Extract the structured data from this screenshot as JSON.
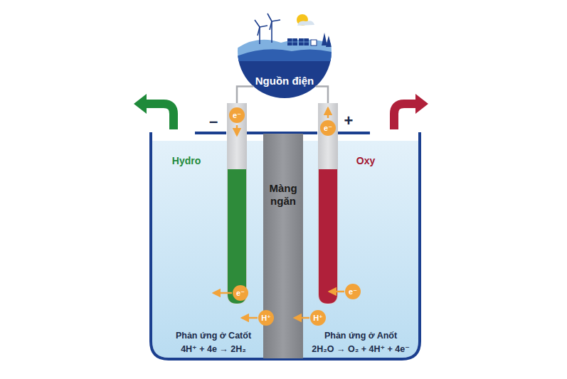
{
  "diagram": {
    "nodes": [
      {
        "text": [
          "Nguồn điện"
        ]
      },
      {
        "text": [
          "e⁻"
        ]
      },
      {
        "text": [
          "e⁻"
        ]
      },
      {
        "text": [
          "Màng ngăn"
        ]
      },
      {
        "text": [
          "e⁻"
        ]
      },
      {
        "text": [
          "e⁻"
        ]
      },
      {
        "text": [
          "H⁺"
        ]
      },
      {
        "text": [
          "H⁺"
        ]
      }
    ],
    "edges": [
      {
        "from": 0,
        "to": 1,
        "arrow": "none"
      },
      {
        "from": 0,
        "to": 2,
        "arrow": "none"
      }
    ],
    "labels": [
      "–",
      "+",
      "Hydro",
      "Oxy",
      "Phản ứng ở Catốt",
      "4H⁺ + 4e → 2H₂",
      "Phản ứng ở Anốt",
      "2H₂O → O₂ + 4H⁺ + 4e⁻"
    ]
  }
}
